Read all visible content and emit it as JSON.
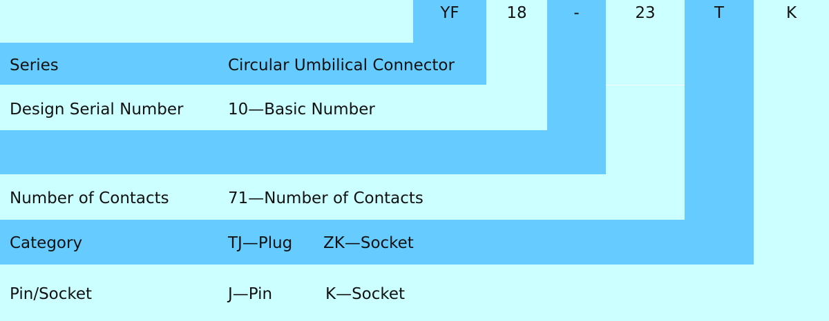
{
  "codes": [
    "YF",
    "18",
    "-",
    "23",
    "T",
    "K"
  ],
  "rows": [
    {
      "label": "Series",
      "value": "Circular Umbilical Connector"
    },
    {
      "label": "Design Serial Number",
      "value": "10—Basic Number"
    },
    {
      "label": "Number of Contacts",
      "value": "71—Number of Contacts"
    },
    {
      "label": "Category",
      "value_a": "TJ—Plug",
      "value_b": "ZK—Socket"
    },
    {
      "label": "Pin/Socket",
      "value_a": "J—Pin",
      "value_b": "K—Socket"
    }
  ],
  "colors": {
    "light": "#ccffff",
    "dark": "#66ccff"
  }
}
